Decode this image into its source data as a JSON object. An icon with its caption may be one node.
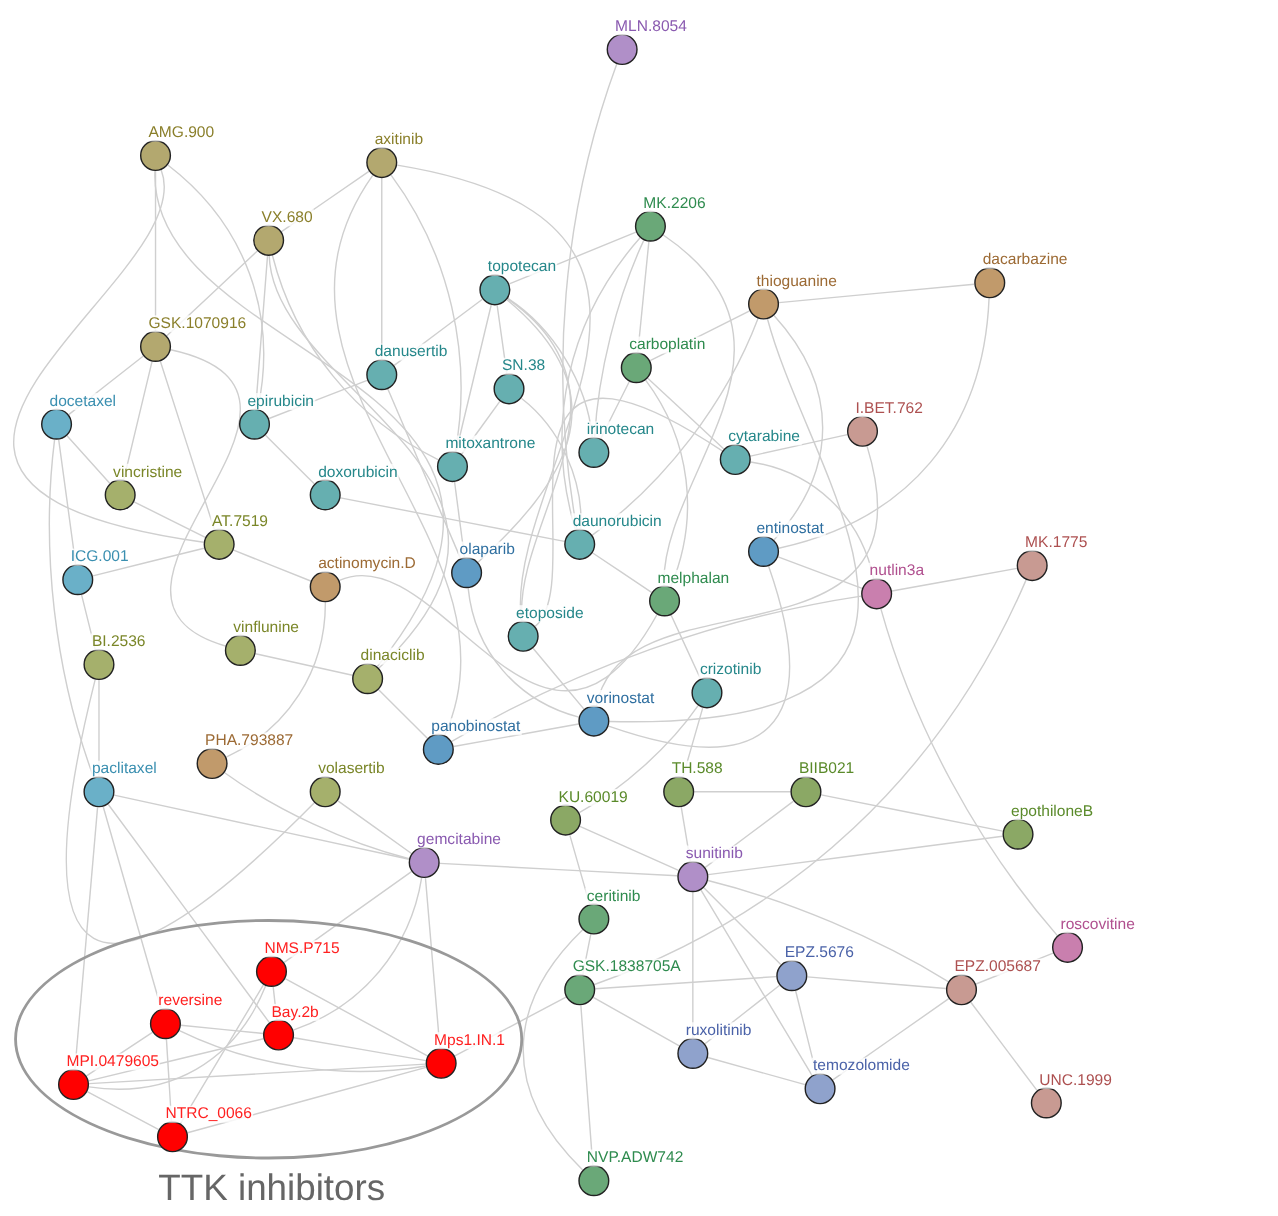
{
  "diagram": {
    "nodes": [
      {
        "text": [
          "MLN.8054"
        ]
      },
      {
        "text": [
          "AMG.900"
        ]
      },
      {
        "text": [
          "axitinib"
        ]
      },
      {
        "text": [
          "VX.680"
        ]
      },
      {
        "text": [
          "MK.2206"
        ]
      },
      {
        "text": [
          "topotecan"
        ]
      },
      {
        "text": [
          "thioguanine"
        ]
      },
      {
        "text": [
          "dacarbazine"
        ]
      },
      {
        "text": [
          "GSK.1070916"
        ]
      },
      {
        "text": [
          "danusertib"
        ]
      },
      {
        "text": [
          "SN.38"
        ]
      },
      {
        "text": [
          "carboplatin"
        ]
      },
      {
        "text": [
          "mitoxantrone"
        ]
      },
      {
        "text": [
          "irinotecan"
        ]
      },
      {
        "text": [
          "epirubicin"
        ]
      },
      {
        "text": [
          "doxorubicin"
        ]
      },
      {
        "text": [
          "docetaxel"
        ]
      },
      {
        "text": [
          "vincristine"
        ]
      },
      {
        "text": [
          "AT.7519"
        ]
      },
      {
        "text": [
          "actinomycin.D"
        ]
      },
      {
        "text": [
          "cytarabine"
        ]
      },
      {
        "text": [
          "I.BET.762"
        ]
      },
      {
        "text": [
          "ICG.001"
        ]
      },
      {
        "text": [
          "olaparib"
        ]
      },
      {
        "text": [
          "daunorubicin"
        ]
      },
      {
        "text": [
          "etoposide"
        ]
      },
      {
        "text": [
          "melphalan"
        ]
      },
      {
        "text": [
          "BI.2536"
        ]
      },
      {
        "text": [
          "vinflunine"
        ]
      },
      {
        "text": [
          "dinaciclib"
        ]
      },
      {
        "text": [
          "entinostat"
        ]
      },
      {
        "text": [
          "nutlin3a"
        ]
      },
      {
        "text": [
          "MK.1775"
        ]
      },
      {
        "text": [
          "panobinostat"
        ]
      },
      {
        "text": [
          "vorinostat"
        ]
      },
      {
        "text": [
          "crizotinib"
        ]
      },
      {
        "text": [
          "PHA.793887"
        ]
      },
      {
        "text": [
          "volasertib"
        ]
      },
      {
        "text": [
          "paclitaxel"
        ]
      },
      {
        "text": [
          "KU.60019"
        ]
      },
      {
        "text": [
          "TH.588"
        ]
      },
      {
        "text": [
          "BIIB021"
        ]
      },
      {
        "text": [
          "gemcitabine"
        ]
      },
      {
        "text": [
          "sunitinib"
        ]
      },
      {
        "text": [
          "epothiloneB"
        ]
      },
      {
        "text": [
          "ceritinib"
        ]
      },
      {
        "text": [
          "roscovitine"
        ]
      },
      {
        "text": [
          "GSK.1838705A"
        ]
      },
      {
        "text": [
          "EPZ.5676"
        ]
      },
      {
        "text": [
          "EPZ.005687"
        ]
      },
      {
        "text": [
          "ruxolitinib"
        ]
      },
      {
        "text": [
          "temozolomide"
        ]
      },
      {
        "text": [
          "UNC.1999"
        ]
      },
      {
        "text": [
          "NVP.ADW742"
        ]
      },
      {
        "text": [
          "TTK inhibitors"
        ]
      },
      {
        "text": [
          "NMS.P715"
        ],
        "in": 54
      },
      {
        "text": [
          "Bay.2b"
        ],
        "in": 54
      },
      {
        "text": [
          "Mps1.IN.1"
        ],
        "in": 54
      },
      {
        "text": [
          "MPI.0479605"
        ],
        "in": 54
      },
      {
        "text": [
          "reversine"
        ],
        "in": 54
      },
      {
        "text": [
          "NTRC_0066"
        ],
        "in": 54
      }
    ],
    "edges": [
      {
        "from": 0,
        "to": 24,
        "arrow": "none"
      },
      {
        "from": 1,
        "to": 8,
        "arrow": "none"
      },
      {
        "from": 1,
        "to": 18,
        "arrow": "none"
      },
      {
        "from": 1,
        "to": 14,
        "arrow": "none"
      },
      {
        "from": 1,
        "to": 29,
        "arrow": "none"
      },
      {
        "from": 2,
        "to": 3,
        "arrow": "none"
      },
      {
        "from": 2,
        "to": 9,
        "arrow": "none"
      },
      {
        "from": 2,
        "to": 25,
        "arrow": "none"
      },
      {
        "from": 2,
        "to": 12,
        "arrow": "none"
      },
      {
        "from": 2,
        "to": 33,
        "arrow": "none"
      },
      {
        "from": 3,
        "to": 14,
        "arrow": "none"
      },
      {
        "from": 3,
        "to": 12,
        "arrow": "none"
      },
      {
        "from": 3,
        "to": 29,
        "arrow": "none"
      },
      {
        "from": 3,
        "to": 8,
        "arrow": "none"
      },
      {
        "from": 4,
        "to": 5,
        "arrow": "none"
      },
      {
        "from": 4,
        "to": 11,
        "arrow": "none"
      },
      {
        "from": 4,
        "to": 24,
        "arrow": "none"
      },
      {
        "from": 4,
        "to": 26,
        "arrow": "none"
      },
      {
        "from": 4,
        "to": 13,
        "arrow": "none"
      },
      {
        "from": 5,
        "to": 9,
        "arrow": "none"
      },
      {
        "from": 5,
        "to": 12,
        "arrow": "none"
      },
      {
        "from": 5,
        "to": 10,
        "arrow": "none"
      },
      {
        "from": 5,
        "to": 25,
        "arrow": "none"
      },
      {
        "from": 5,
        "to": 23,
        "arrow": "none"
      },
      {
        "from": 5,
        "to": 13,
        "arrow": "none"
      },
      {
        "from": 6,
        "to": 7,
        "arrow": "none"
      },
      {
        "from": 6,
        "to": 11,
        "arrow": "none"
      },
      {
        "from": 6,
        "to": 24,
        "arrow": "none"
      },
      {
        "from": 6,
        "to": 34,
        "arrow": "none"
      },
      {
        "from": 6,
        "to": 30,
        "arrow": "none"
      },
      {
        "from": 7,
        "to": 30,
        "arrow": "none"
      },
      {
        "from": 8,
        "to": 16,
        "arrow": "none"
      },
      {
        "from": 8,
        "to": 18,
        "arrow": "none"
      },
      {
        "from": 8,
        "to": 17,
        "arrow": "none"
      },
      {
        "from": 8,
        "to": 28,
        "arrow": "none"
      },
      {
        "from": 9,
        "to": 14,
        "arrow": "none"
      },
      {
        "from": 9,
        "to": 23,
        "arrow": "none"
      },
      {
        "from": 10,
        "to": 12,
        "arrow": "none"
      },
      {
        "from": 10,
        "to": 24,
        "arrow": "none"
      },
      {
        "from": 11,
        "to": 20,
        "arrow": "none"
      },
      {
        "from": 11,
        "to": 26,
        "arrow": "none"
      },
      {
        "from": 11,
        "to": 13,
        "arrow": "none"
      },
      {
        "from": 20,
        "to": 21,
        "arrow": "none"
      },
      {
        "from": 20,
        "to": 25,
        "arrow": "none"
      },
      {
        "from": 20,
        "to": 31,
        "arrow": "none"
      },
      {
        "from": 21,
        "to": 34,
        "arrow": "none"
      },
      {
        "from": 31,
        "to": 32,
        "arrow": "none"
      },
      {
        "from": 31,
        "to": 33,
        "arrow": "none"
      },
      {
        "from": 31,
        "to": 46,
        "arrow": "none"
      },
      {
        "from": 32,
        "to": 47,
        "arrow": "none"
      },
      {
        "from": 16,
        "to": 22,
        "arrow": "none"
      },
      {
        "from": 16,
        "to": 38,
        "arrow": "none"
      },
      {
        "from": 16,
        "to": 17,
        "arrow": "none"
      },
      {
        "from": 22,
        "to": 27,
        "arrow": "none"
      },
      {
        "from": 22,
        "to": 18,
        "arrow": "none"
      },
      {
        "from": 27,
        "to": 38,
        "arrow": "none"
      },
      {
        "from": 27,
        "to": 37,
        "arrow": "none"
      },
      {
        "from": 38,
        "to": 58,
        "arrow": "none"
      },
      {
        "from": 38,
        "to": 59,
        "arrow": "none"
      },
      {
        "from": 38,
        "to": 42,
        "arrow": "none"
      },
      {
        "from": 38,
        "to": 56,
        "arrow": "none"
      },
      {
        "from": 36,
        "to": 42,
        "arrow": "none"
      },
      {
        "from": 36,
        "to": 19,
        "arrow": "none"
      },
      {
        "from": 37,
        "to": 42,
        "arrow": "none"
      },
      {
        "from": 42,
        "to": 55,
        "arrow": "none"
      },
      {
        "from": 42,
        "to": 56,
        "arrow": "none"
      },
      {
        "from": 42,
        "to": 57,
        "arrow": "none"
      },
      {
        "from": 42,
        "to": 43,
        "arrow": "none"
      },
      {
        "from": 39,
        "to": 43,
        "arrow": "none"
      },
      {
        "from": 39,
        "to": 45,
        "arrow": "none"
      },
      {
        "from": 40,
        "to": 43,
        "arrow": "none"
      },
      {
        "from": 40,
        "to": 41,
        "arrow": "none"
      },
      {
        "from": 41,
        "to": 44,
        "arrow": "none"
      },
      {
        "from": 41,
        "to": 43,
        "arrow": "none"
      },
      {
        "from": 43,
        "to": 44,
        "arrow": "none"
      },
      {
        "from": 43,
        "to": 48,
        "arrow": "none"
      },
      {
        "from": 43,
        "to": 49,
        "arrow": "none"
      },
      {
        "from": 43,
        "to": 50,
        "arrow": "none"
      },
      {
        "from": 43,
        "to": 51,
        "arrow": "none"
      },
      {
        "from": 45,
        "to": 47,
        "arrow": "none"
      },
      {
        "from": 45,
        "to": 53,
        "arrow": "none"
      },
      {
        "from": 47,
        "to": 53,
        "arrow": "none"
      },
      {
        "from": 47,
        "to": 48,
        "arrow": "none"
      },
      {
        "from": 47,
        "to": 50,
        "arrow": "none"
      },
      {
        "from": 48,
        "to": 49,
        "arrow": "none"
      },
      {
        "from": 48,
        "to": 51,
        "arrow": "none"
      },
      {
        "from": 48,
        "to": 50,
        "arrow": "none"
      },
      {
        "from": 49,
        "to": 46,
        "arrow": "none"
      },
      {
        "from": 49,
        "to": 52,
        "arrow": "none"
      },
      {
        "from": 49,
        "to": 51,
        "arrow": "none"
      },
      {
        "from": 50,
        "to": 51,
        "arrow": "none"
      },
      {
        "from": 55,
        "to": 58,
        "arrow": "none"
      },
      {
        "from": 55,
        "to": 56,
        "arrow": "none"
      },
      {
        "from": 55,
        "to": 57,
        "arrow": "none"
      },
      {
        "from": 55,
        "to": 60,
        "arrow": "none"
      },
      {
        "from": 56,
        "to": 59,
        "arrow": "none"
      },
      {
        "from": 56,
        "to": 57,
        "arrow": "none"
      },
      {
        "from": 56,
        "to": 58,
        "arrow": "none"
      },
      {
        "from": 57,
        "to": 58,
        "arrow": "none"
      },
      {
        "from": 57,
        "to": 59,
        "arrow": "none"
      },
      {
        "from": 57,
        "to": 60,
        "arrow": "none"
      },
      {
        "from": 57,
        "to": 47,
        "arrow": "none"
      },
      {
        "from": 58,
        "to": 59,
        "arrow": "none"
      },
      {
        "from": 58,
        "to": 60,
        "arrow": "none"
      },
      {
        "from": 59,
        "to": 60,
        "arrow": "none"
      },
      {
        "from": 34,
        "to": 23,
        "arrow": "none"
      },
      {
        "from": 33,
        "to": 34,
        "arrow": "none"
      },
      {
        "from": 25,
        "to": 34,
        "arrow": "none"
      },
      {
        "from": 12,
        "to": 23,
        "arrow": "none"
      },
      {
        "from": 14,
        "to": 15,
        "arrow": "none"
      },
      {
        "from": 15,
        "to": 24,
        "arrow": "none"
      },
      {
        "from": 19,
        "to": 26,
        "arrow": "none"
      },
      {
        "from": 28,
        "to": 29,
        "arrow": "none"
      },
      {
        "from": 29,
        "to": 33,
        "arrow": "none"
      },
      {
        "from": 17,
        "to": 18,
        "arrow": "none"
      },
      {
        "from": 18,
        "to": 19,
        "arrow": "none"
      },
      {
        "from": 24,
        "to": 26,
        "arrow": "none"
      },
      {
        "from": 35,
        "to": 39,
        "arrow": "none"
      },
      {
        "from": 35,
        "to": 40,
        "arrow": "none"
      },
      {
        "from": 35,
        "to": 26,
        "arrow": "none"
      },
      {
        "from": 30,
        "to": 34,
        "arrow": "none"
      },
      {
        "from": 30,
        "to": 31,
        "arrow": "none"
      }
    ]
  }
}
